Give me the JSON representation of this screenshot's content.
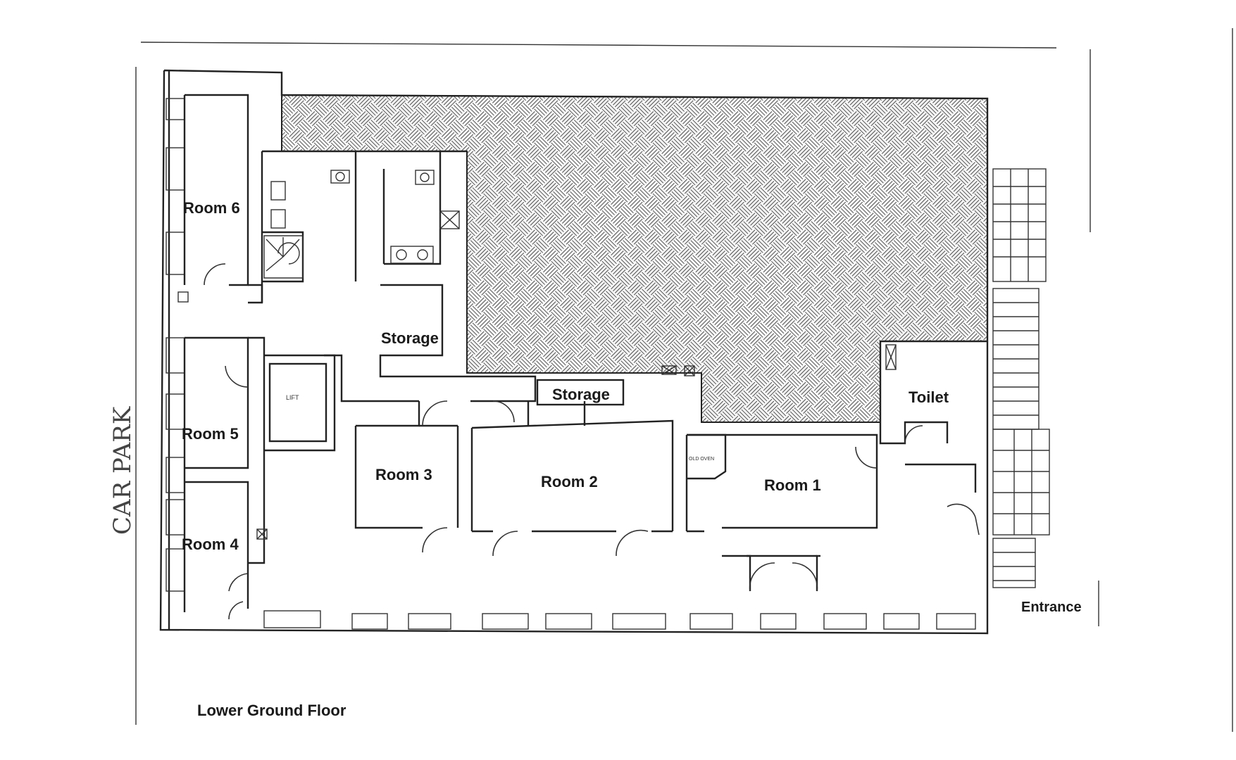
{
  "floor_title": "Lower Ground Floor",
  "car_park_label": "CAR PARK",
  "rooms": {
    "room1": "Room 1",
    "room2": "Room 2",
    "room3": "Room 3",
    "room4": "Room 4",
    "room5": "Room 5",
    "room6": "Room 6",
    "storage_upper": "Storage",
    "storage_lower": "Storage",
    "toilet": "Toilet",
    "entrance": "Entrance",
    "lift": "LIFT",
    "old_oven": "OLD OVEN"
  }
}
